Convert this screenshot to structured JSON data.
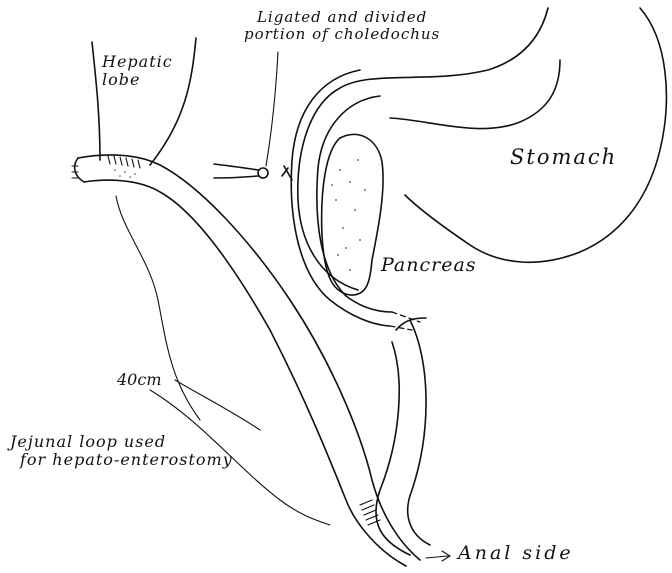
{
  "labels": {
    "ligated_line1": "Ligated and divided",
    "ligated_line2": "portion of choledochus",
    "hepatic_line1": "Hepatic",
    "hepatic_line2": "lobe",
    "stomach": "Stomach",
    "pancreas": "Pancreas",
    "length": "40cm",
    "jejunal_line1": "Jejunal loop used",
    "jejunal_line2": "for hepato-enterostomy",
    "anal_side": "Anal side"
  },
  "colors": {
    "ink": "#111111",
    "background": "#ffffff"
  }
}
